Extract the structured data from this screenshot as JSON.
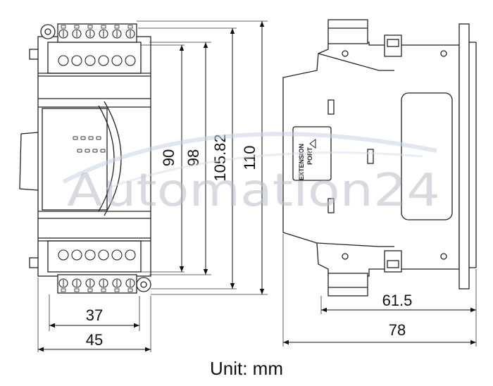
{
  "front_view": {
    "dims": {
      "width_inner": "37",
      "width_outer": "45",
      "h_90": "90",
      "h_98": "98",
      "h_105": "105.82",
      "h_110": "110"
    }
  },
  "side_view": {
    "port_label_line1": "EXTENSION",
    "port_label_line2": "PORT",
    "dims": {
      "depth_inner": "61.5",
      "depth_outer": "78"
    }
  },
  "watermark": "Automation24",
  "unit_label": "Unit: mm"
}
